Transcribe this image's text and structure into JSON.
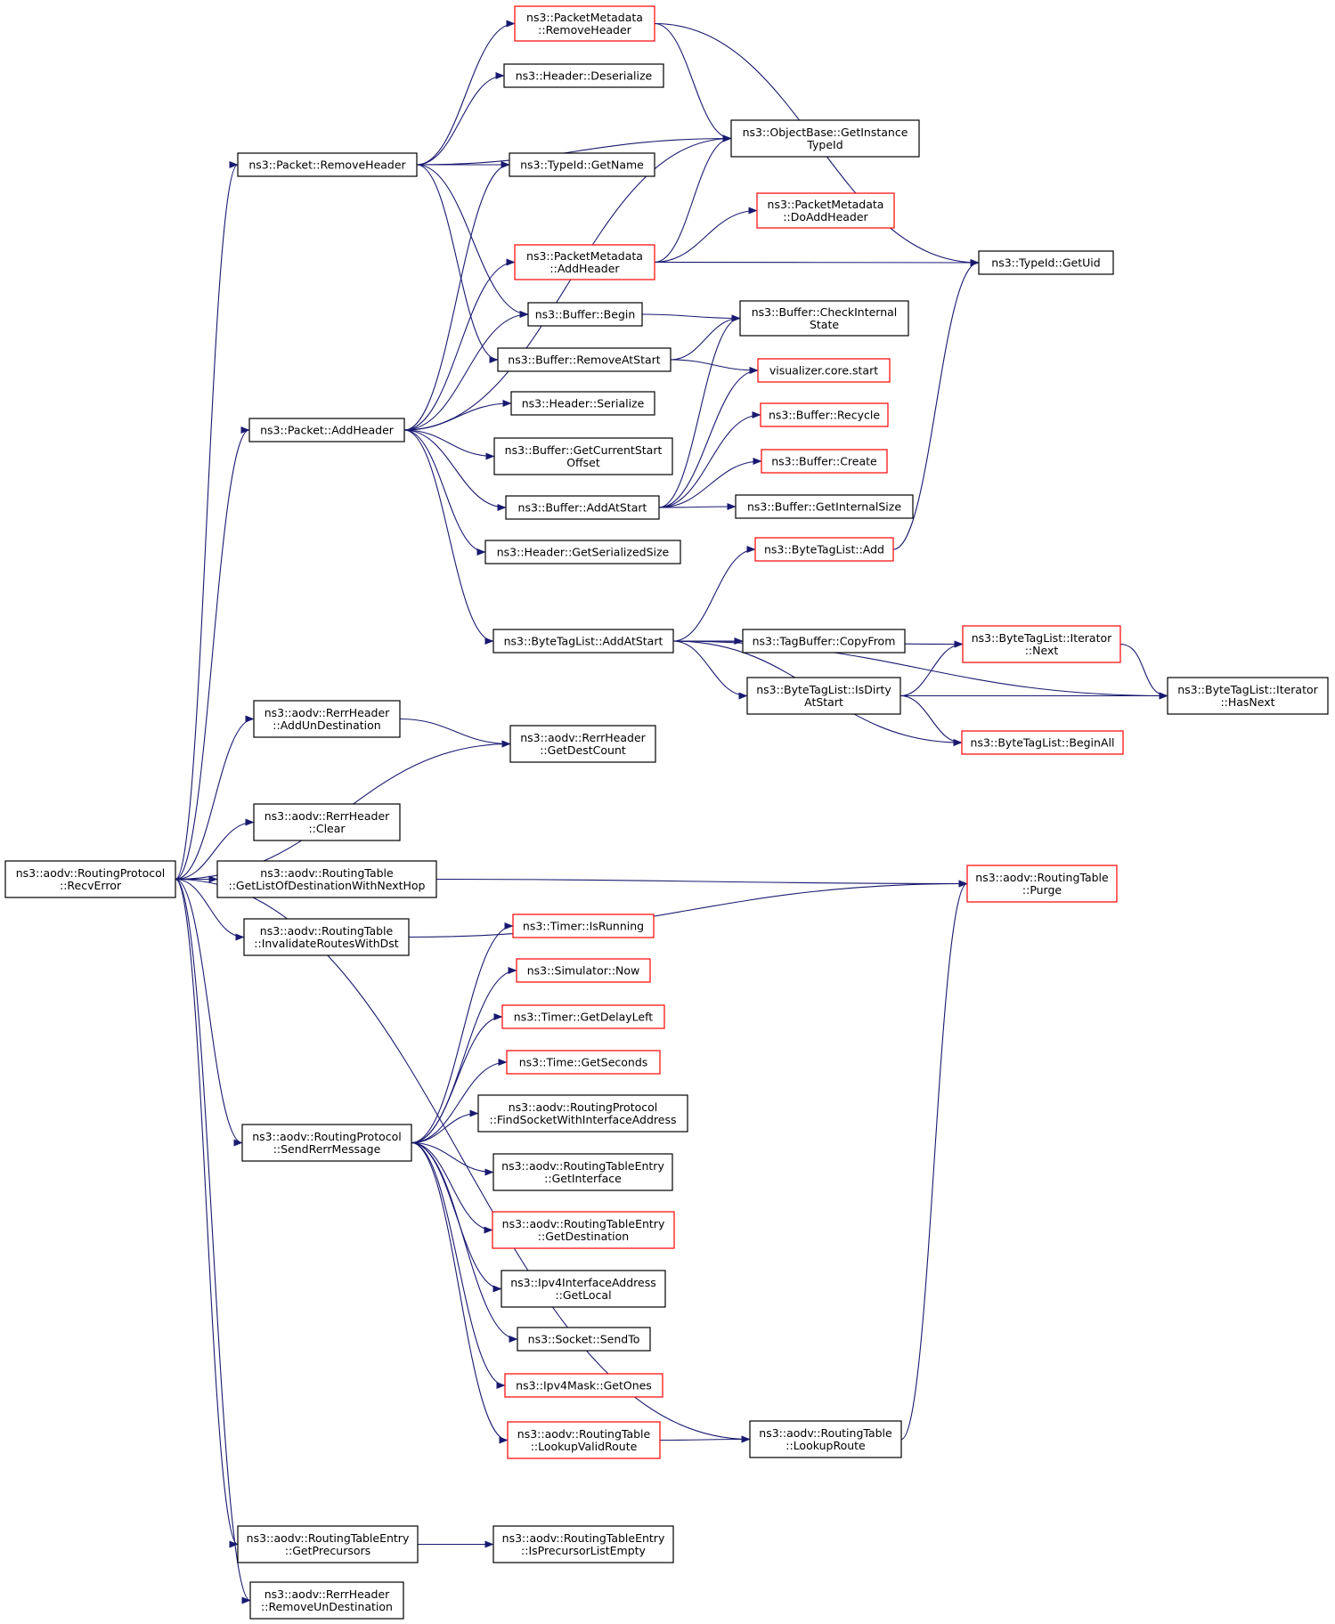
{
  "diagram": {
    "colors": {
      "edge": "#191970",
      "border_default": "#000000",
      "border_truncated": "#ff0000",
      "root_fill": "#bfbfbf",
      "node_fill": "#ffffff"
    },
    "nodes": [
      {
        "id": "root",
        "label": [
          "ns3::aodv::RoutingProtocol",
          "::RecvError"
        ],
        "border": "root"
      },
      {
        "id": "pm_remove",
        "label": [
          "ns3::PacketMetadata",
          "::RemoveHeader"
        ],
        "border": "red"
      },
      {
        "id": "hdr_deser",
        "label": [
          "ns3::Header::Deserialize"
        ],
        "border": "black"
      },
      {
        "id": "objbase",
        "label": [
          "ns3::ObjectBase::GetInstance",
          "TypeId"
        ],
        "border": "black"
      },
      {
        "id": "pkt_remove",
        "label": [
          "ns3::Packet::RemoveHeader"
        ],
        "border": "black"
      },
      {
        "id": "typeid_name",
        "label": [
          "ns3::TypeId::GetName"
        ],
        "border": "black"
      },
      {
        "id": "pm_doadd",
        "label": [
          "ns3::PacketMetadata",
          "::DoAddHeader"
        ],
        "border": "red"
      },
      {
        "id": "typeid_uid",
        "label": [
          "ns3::TypeId::GetUid"
        ],
        "border": "black"
      },
      {
        "id": "pm_add",
        "label": [
          "ns3::PacketMetadata",
          "::AddHeader"
        ],
        "border": "red"
      },
      {
        "id": "buf_begin",
        "label": [
          "ns3::Buffer::Begin"
        ],
        "border": "black"
      },
      {
        "id": "buf_check",
        "label": [
          "ns3::Buffer::CheckInternal",
          "State"
        ],
        "border": "black"
      },
      {
        "id": "buf_rmstart",
        "label": [
          "ns3::Buffer::RemoveAtStart"
        ],
        "border": "black"
      },
      {
        "id": "vis_start",
        "label": [
          "visualizer.core.start"
        ],
        "border": "red"
      },
      {
        "id": "hdr_ser",
        "label": [
          "ns3::Header::Serialize"
        ],
        "border": "black"
      },
      {
        "id": "buf_recycle",
        "label": [
          "ns3::Buffer::Recycle"
        ],
        "border": "red"
      },
      {
        "id": "pkt_add",
        "label": [
          "ns3::Packet::AddHeader"
        ],
        "border": "black"
      },
      {
        "id": "buf_curstart",
        "label": [
          "ns3::Buffer::GetCurrentStart",
          "Offset"
        ],
        "border": "black"
      },
      {
        "id": "buf_create",
        "label": [
          "ns3::Buffer::Create"
        ],
        "border": "red"
      },
      {
        "id": "buf_addstart",
        "label": [
          "ns3::Buffer::AddAtStart"
        ],
        "border": "black"
      },
      {
        "id": "buf_intsize",
        "label": [
          "ns3::Buffer::GetInternalSize"
        ],
        "border": "black"
      },
      {
        "id": "hdr_sersize",
        "label": [
          "ns3::Header::GetSerializedSize"
        ],
        "border": "black"
      },
      {
        "id": "btl_add",
        "label": [
          "ns3::ByteTagList::Add"
        ],
        "border": "red"
      },
      {
        "id": "btl_addstart",
        "label": [
          "ns3::ByteTagList::AddAtStart"
        ],
        "border": "black"
      },
      {
        "id": "tagbuf_copy",
        "label": [
          "ns3::TagBuffer::CopyFrom"
        ],
        "border": "black"
      },
      {
        "id": "btl_it_next",
        "label": [
          "ns3::ByteTagList::Iterator",
          "::Next"
        ],
        "border": "red"
      },
      {
        "id": "btl_isdirty",
        "label": [
          "ns3::ByteTagList::IsDirty",
          "AtStart"
        ],
        "border": "black"
      },
      {
        "id": "btl_it_hasnext",
        "label": [
          "ns3::ByteTagList::Iterator",
          "::HasNext"
        ],
        "border": "black"
      },
      {
        "id": "rerr_adddest",
        "label": [
          "ns3::aodv::RerrHeader",
          "::AddUnDestination"
        ],
        "border": "black"
      },
      {
        "id": "rerr_destcount",
        "label": [
          "ns3::aodv::RerrHeader",
          "::GetDestCount"
        ],
        "border": "black"
      },
      {
        "id": "btl_beginall",
        "label": [
          "ns3::ByteTagList::BeginAll"
        ],
        "border": "red"
      },
      {
        "id": "rerr_clear",
        "label": [
          "ns3::aodv::RerrHeader",
          "::Clear"
        ],
        "border": "black"
      },
      {
        "id": "rt_getlist",
        "label": [
          "ns3::aodv::RoutingTable",
          "::GetListOfDestinationWithNextHop"
        ],
        "border": "black"
      },
      {
        "id": "rt_purge",
        "label": [
          "ns3::aodv::RoutingTable",
          "::Purge"
        ],
        "border": "red"
      },
      {
        "id": "rt_invalidate",
        "label": [
          "ns3::aodv::RoutingTable",
          "::InvalidateRoutesWithDst"
        ],
        "border": "black"
      },
      {
        "id": "timer_running",
        "label": [
          "ns3::Timer::IsRunning"
        ],
        "border": "red"
      },
      {
        "id": "sim_now",
        "label": [
          "ns3::Simulator::Now"
        ],
        "border": "red"
      },
      {
        "id": "timer_delay",
        "label": [
          "ns3::Timer::GetDelayLeft"
        ],
        "border": "red"
      },
      {
        "id": "time_secs",
        "label": [
          "ns3::Time::GetSeconds"
        ],
        "border": "red"
      },
      {
        "id": "rp_findsock",
        "label": [
          "ns3::aodv::RoutingProtocol",
          "::FindSocketWithInterfaceAddress"
        ],
        "border": "black"
      },
      {
        "id": "rp_sendrerr",
        "label": [
          "ns3::aodv::RoutingProtocol",
          "::SendRerrMessage"
        ],
        "border": "black"
      },
      {
        "id": "rte_iface",
        "label": [
          "ns3::aodv::RoutingTableEntry",
          "::GetInterface"
        ],
        "border": "black"
      },
      {
        "id": "rte_dest",
        "label": [
          "ns3::aodv::RoutingTableEntry",
          "::GetDestination"
        ],
        "border": "red"
      },
      {
        "id": "ipv4_local",
        "label": [
          "ns3::Ipv4InterfaceAddress",
          "::GetLocal"
        ],
        "border": "black"
      },
      {
        "id": "sock_sendto",
        "label": [
          "ns3::Socket::SendTo"
        ],
        "border": "black"
      },
      {
        "id": "mask_ones",
        "label": [
          "ns3::Ipv4Mask::GetOnes"
        ],
        "border": "red"
      },
      {
        "id": "rt_lookupvalid",
        "label": [
          "ns3::aodv::RoutingTable",
          "::LookupValidRoute"
        ],
        "border": "red"
      },
      {
        "id": "rt_lookup",
        "label": [
          "ns3::aodv::RoutingTable",
          "::LookupRoute"
        ],
        "border": "black"
      },
      {
        "id": "rte_precursors",
        "label": [
          "ns3::aodv::RoutingTableEntry",
          "::GetPrecursors"
        ],
        "border": "black"
      },
      {
        "id": "rte_precempty",
        "label": [
          "ns3::aodv::RoutingTableEntry",
          "::IsPrecursorListEmpty"
        ],
        "border": "black"
      },
      {
        "id": "rerr_rmdest",
        "label": [
          "ns3::aodv::RerrHeader",
          "::RemoveUnDestination"
        ],
        "border": "black"
      }
    ],
    "edges": [
      [
        "root",
        "pkt_remove"
      ],
      [
        "root",
        "pkt_add"
      ],
      [
        "root",
        "rerr_adddest"
      ],
      [
        "root",
        "rerr_destcount"
      ],
      [
        "root",
        "rerr_clear"
      ],
      [
        "root",
        "rt_getlist"
      ],
      [
        "root",
        "rt_invalidate"
      ],
      [
        "root",
        "rp_sendrerr"
      ],
      [
        "root",
        "rt_lookup"
      ],
      [
        "root",
        "rte_precursors"
      ],
      [
        "root",
        "rerr_rmdest"
      ],
      [
        "pkt_remove",
        "pm_remove"
      ],
      [
        "pkt_remove",
        "hdr_deser"
      ],
      [
        "pkt_remove",
        "objbase"
      ],
      [
        "pkt_remove",
        "typeid_name"
      ],
      [
        "pkt_remove",
        "buf_begin"
      ],
      [
        "pkt_remove",
        "buf_rmstart"
      ],
      [
        "pm_remove",
        "objbase"
      ],
      [
        "pm_remove",
        "typeid_uid"
      ],
      [
        "pm_add",
        "objbase"
      ],
      [
        "pm_add",
        "pm_doadd"
      ],
      [
        "pm_add",
        "typeid_uid"
      ],
      [
        "buf_begin",
        "buf_check"
      ],
      [
        "buf_rmstart",
        "buf_check"
      ],
      [
        "buf_rmstart",
        "vis_start"
      ],
      [
        "pkt_add",
        "typeid_name"
      ],
      [
        "pkt_add",
        "objbase"
      ],
      [
        "pkt_add",
        "pm_add"
      ],
      [
        "pkt_add",
        "buf_begin"
      ],
      [
        "pkt_add",
        "hdr_ser"
      ],
      [
        "pkt_add",
        "buf_curstart"
      ],
      [
        "pkt_add",
        "buf_addstart"
      ],
      [
        "pkt_add",
        "hdr_sersize"
      ],
      [
        "pkt_add",
        "btl_addstart"
      ],
      [
        "buf_addstart",
        "buf_check"
      ],
      [
        "buf_addstart",
        "vis_start"
      ],
      [
        "buf_addstart",
        "buf_recycle"
      ],
      [
        "buf_addstart",
        "buf_create"
      ],
      [
        "buf_addstart",
        "buf_intsize"
      ],
      [
        "btl_add",
        "typeid_uid"
      ],
      [
        "btl_addstart",
        "btl_add"
      ],
      [
        "btl_addstart",
        "btl_it_next"
      ],
      [
        "btl_addstart",
        "tagbuf_copy"
      ],
      [
        "btl_addstart",
        "btl_isdirty"
      ],
      [
        "btl_addstart",
        "btl_beginall"
      ],
      [
        "btl_addstart",
        "btl_it_hasnext"
      ],
      [
        "btl_isdirty",
        "btl_it_next"
      ],
      [
        "btl_isdirty",
        "btl_it_hasnext"
      ],
      [
        "btl_isdirty",
        "btl_beginall"
      ],
      [
        "btl_it_next",
        "btl_it_hasnext"
      ],
      [
        "rerr_adddest",
        "rerr_destcount"
      ],
      [
        "rt_getlist",
        "rt_purge"
      ],
      [
        "rt_invalidate",
        "rt_purge"
      ],
      [
        "rp_sendrerr",
        "timer_running"
      ],
      [
        "rp_sendrerr",
        "sim_now"
      ],
      [
        "rp_sendrerr",
        "timer_delay"
      ],
      [
        "rp_sendrerr",
        "time_secs"
      ],
      [
        "rp_sendrerr",
        "rp_findsock"
      ],
      [
        "rp_sendrerr",
        "rte_iface"
      ],
      [
        "rp_sendrerr",
        "rte_dest"
      ],
      [
        "rp_sendrerr",
        "ipv4_local"
      ],
      [
        "rp_sendrerr",
        "sock_sendto"
      ],
      [
        "rp_sendrerr",
        "mask_ones"
      ],
      [
        "rp_sendrerr",
        "rt_lookupvalid"
      ],
      [
        "rt_lookupvalid",
        "rt_lookup"
      ],
      [
        "rt_lookup",
        "rt_purge"
      ],
      [
        "rte_precursors",
        "rte_precempty"
      ]
    ]
  }
}
